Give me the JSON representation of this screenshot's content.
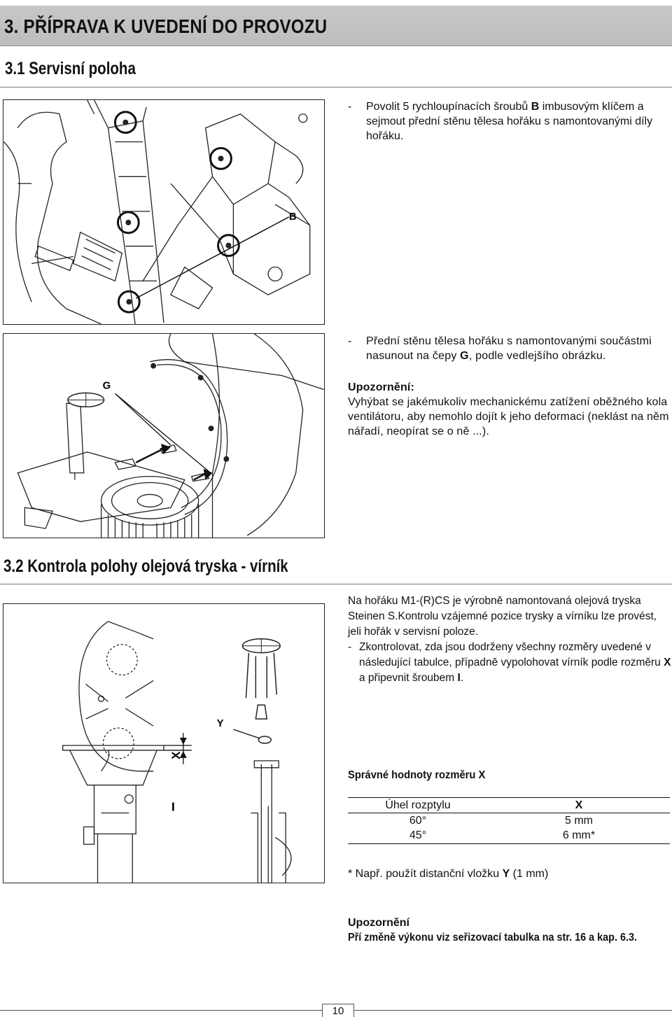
{
  "chapter": {
    "title": "3. PŘÍPRAVA K UVEDENÍ DO PROVOZU"
  },
  "sections": [
    {
      "title": "3.1 Servisní poloha"
    },
    {
      "title": "3.2 Kontrola polohy olejová tryska - vírník"
    }
  ],
  "fig1": {
    "label_b": "B"
  },
  "fig2": {
    "label_g": "G"
  },
  "fig3": {
    "label_y": "Y",
    "label_x": "X",
    "label_i": "I"
  },
  "step1": {
    "dash": "-",
    "before_b": "Povolit 5 rychloupínacích šroubů ",
    "b": "B",
    "after_b": " imbusovým klíčem a sejmout přední stěnu tělesa hořáku s namontovanými díly hořáku."
  },
  "step2": {
    "dash": "-",
    "before_g": "Přední stěnu tělesa hořáku s namontovanými součástmi nasunout na čepy ",
    "g": "G",
    "after_g": ", podle vedlejšího obrázku."
  },
  "warning1": {
    "title": "Upozornění:",
    "text": "Vyhýbat se jakémukoliv mechanickému zatížení oběžného kola ventilátoru, aby nemohlo dojít k jeho deformaci (neklást na něm nářadí, neopírat se o ně ...)."
  },
  "intro32": {
    "text": "Na hořáku M1-(R)CS je výrobně namontovaná olejová tryska Steinen S.Kontrolu vzájemné pozice trysky a vírníku lze provést, jeli hořák v servisní poloze."
  },
  "step3": {
    "dash": "-",
    "before_x": "Zkontrolovat, zda jsou dodrženy všechny rozměry uvedené v následující tabulce, případně vypolohovat vírník podle rozměru ",
    "x": "X",
    "middle": " a připevnit šroubem ",
    "i": "I",
    "end": "."
  },
  "table": {
    "title": "Správné hodnoty rozměru X",
    "headers": [
      "Úhel rozptylu",
      "X"
    ],
    "rows": [
      [
        "60°",
        "5 mm"
      ],
      [
        "45°",
        "6 mm*"
      ]
    ],
    "footnote_before": "* Např. použít distanční vložku ",
    "footnote_y": "Y",
    "footnote_after": " (1 mm)"
  },
  "warning2": {
    "title": "Upozornění",
    "text": "Pří změně výkonu viz seřizovací tabulka na str. 16 a kap. 6.3."
  },
  "page": {
    "number": "10"
  }
}
